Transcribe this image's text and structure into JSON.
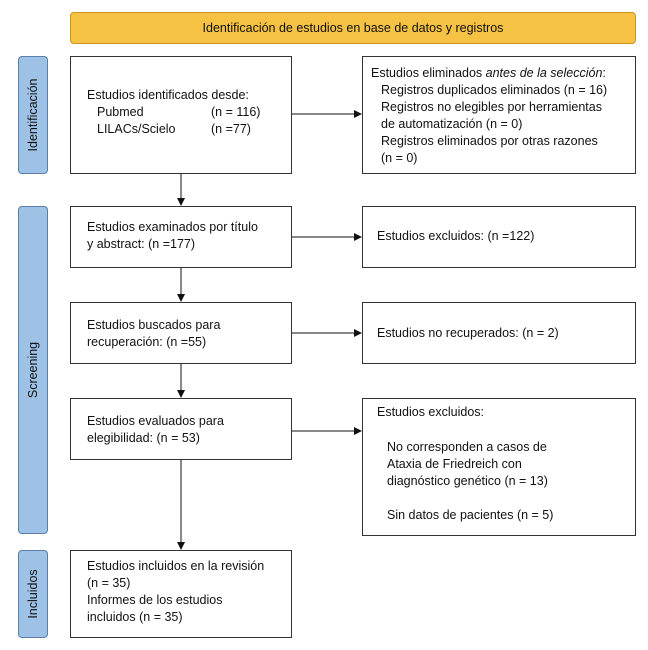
{
  "header": {
    "title": "Identificación de estudios en base de datos y registros"
  },
  "phases": {
    "identification": "Identificación",
    "screening": "Screening",
    "included": "Incluidos"
  },
  "identified": {
    "label": "Estudios identificados desde:",
    "sources": [
      {
        "name": "Pubmed",
        "count": "(n = 116)"
      },
      {
        "name": "LILACs/Scielo",
        "count": "(n =77)"
      }
    ]
  },
  "removed": {
    "label_prefix": "Estudios eliminados ",
    "label_italic": "antes de la selección",
    "label_suffix": ":",
    "items": [
      "Registros duplicados eliminados (n = 16)",
      "Registros no elegibles por herramientas",
      "de automatización (n = 0)",
      "Registros eliminados por otras razones",
      "(n = 0)"
    ]
  },
  "screened": {
    "line1": "Estudios examinados por título",
    "line2": "y abstract:  (n =177)"
  },
  "excluded1": {
    "text": "Estudios excluidos: (n =122)"
  },
  "sought": {
    "line1": "Estudios buscados para",
    "line2": "recuperación:  (n =55)"
  },
  "not_retrieved": {
    "text": "Estudios no recuperados: (n = 2)"
  },
  "assessed": {
    "line1": "Estudios evaluados para",
    "line2": "elegibilidad:  (n = 53)"
  },
  "excluded2": {
    "title": "Estudios excluidos:",
    "reason1": [
      "No corresponden a casos de",
      "Ataxia de Friedreich con",
      "diagnóstico genético (n = 13)"
    ],
    "reason2": "Sin datos de pacientes (n = 5)"
  },
  "included": {
    "lines": [
      "Estudios incluidos en la revisión",
      "(n = 35)",
      "Informes de los estudios",
      "incluidos  (n = 35)"
    ]
  }
}
